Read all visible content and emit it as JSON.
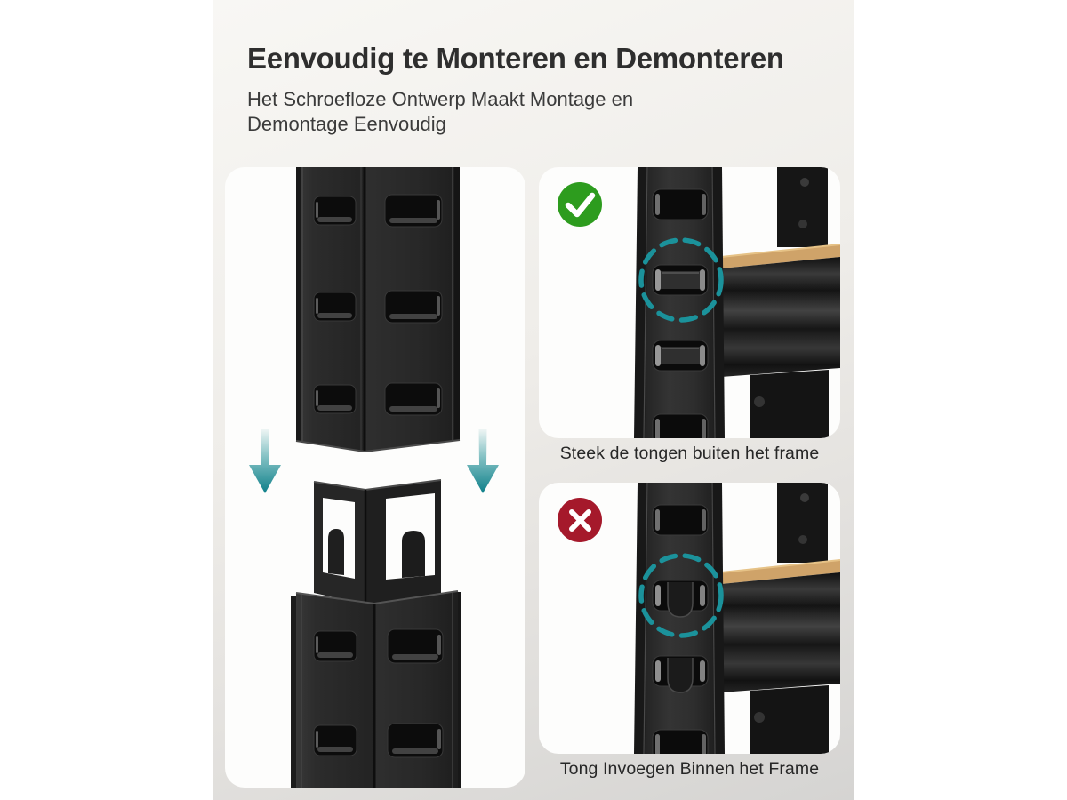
{
  "page": {
    "title": "Eenvoudig te Monteren en Demonteren",
    "subtitle_line1": "Het Schroefloze Ontwerp Maakt Montage en",
    "subtitle_line2": "Demontage Eenvoudig"
  },
  "panels": {
    "assembly_demo": {
      "icons": [
        "down-arrow-icon",
        "down-arrow-icon"
      ]
    },
    "correct": {
      "icon": "check-icon",
      "caption": "Steek de tongen buiten het frame"
    },
    "incorrect": {
      "icon": "cross-icon",
      "caption": "Tong Invoegen Binnen het Frame"
    }
  },
  "colors": {
    "success_green": "#2d9c1e",
    "error_red": "#a5192b",
    "accent_teal": "#1b929b",
    "arrow_teal_dark": "#0d7f89",
    "arrow_teal_light": "#eef5f4",
    "wood": "#cfa369",
    "metal_dark": "#262626",
    "title_text": "#2e2e2e",
    "body_text": "#3b3b3b",
    "caption_text": "#272727"
  }
}
